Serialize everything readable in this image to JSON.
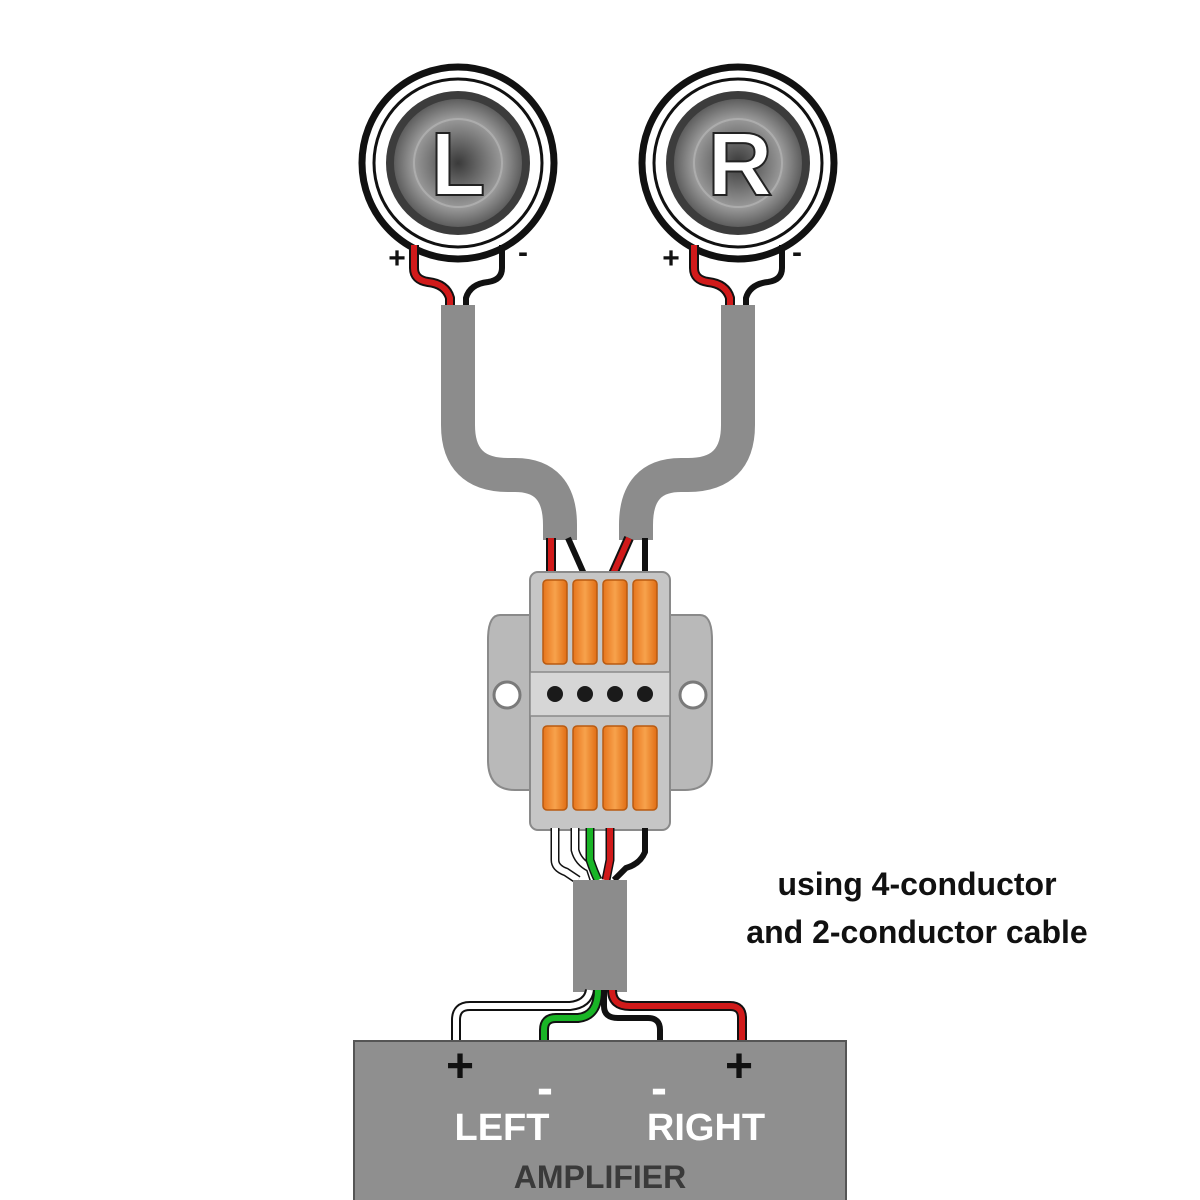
{
  "speakers": {
    "left": {
      "letter": "L",
      "plus": "+",
      "minus": "-"
    },
    "right": {
      "letter": "R",
      "plus": "+",
      "minus": "-"
    }
  },
  "note": {
    "line1": "using 4-conductor",
    "line2": "and 2-conductor cable"
  },
  "amplifier": {
    "title": "AMPLIFIER",
    "left_label": "LEFT",
    "right_label": "RIGHT",
    "left_plus": "+",
    "left_minus": "-",
    "right_minus": "-",
    "right_plus": "+"
  },
  "colors": {
    "cable_gray": "#8c8c8c",
    "wire_red": "#d11a1a",
    "wire_black": "#111111",
    "wire_green": "#19b526",
    "connector_orange": "#f2892c",
    "connector_gray": "#b9b9b9",
    "amplifier_gray": "#8f8f8f"
  }
}
